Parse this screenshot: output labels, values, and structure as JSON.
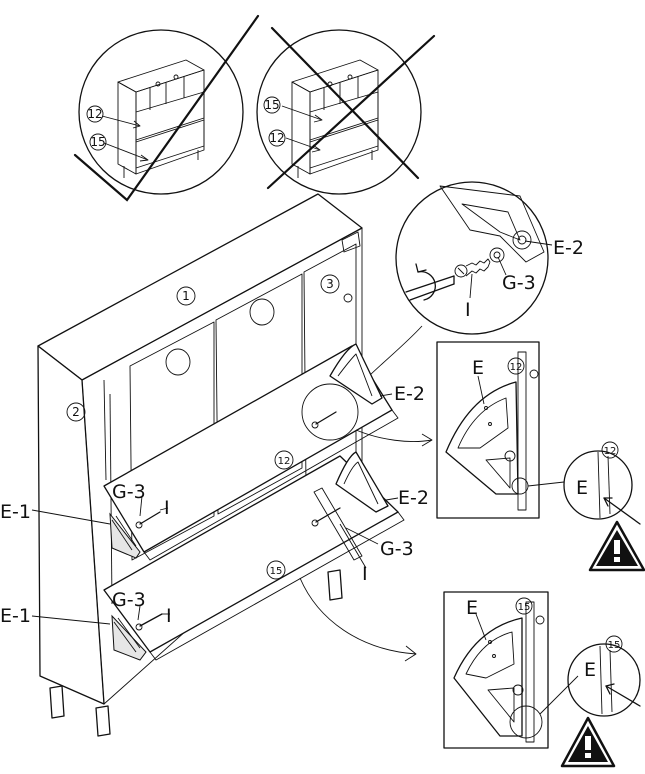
{
  "labels": {
    "part_top": "1",
    "part_side": "2",
    "part_right": "3",
    "flap_upper": "12",
    "flap_lower": "15",
    "inset_wrong1_upper": "12",
    "inset_wrong1_lower": "15",
    "inset_wrong2_upper": "15",
    "inset_wrong2_lower": "12",
    "e2_detail": "E-2",
    "g3_detail": "G-3",
    "i_detail": "I",
    "e2_upper": "E-2",
    "e1_upper": "E-1",
    "g3_upper": "G-3",
    "i_upper": "I",
    "e2_lower": "E-2",
    "g3_lower": "G-3",
    "i_lower": "I",
    "e1_lower": "E-1",
    "g3_bottom": "G-3",
    "i_bottom": "I",
    "bracket_upper_letter": "E",
    "bracket_upper_num": "12",
    "edge_upper_letter": "E",
    "edge_upper_num": "12",
    "bracket_lower_letter": "E",
    "bracket_lower_num": "15",
    "edge_lower_letter": "E",
    "edge_lower_num": "15"
  },
  "icons": [
    "warning-icon",
    "crossed-out-icon",
    "rotate-arrow-icon",
    "screw-icon"
  ],
  "colors": {
    "ink": "#111111",
    "paper": "#ffffff"
  }
}
